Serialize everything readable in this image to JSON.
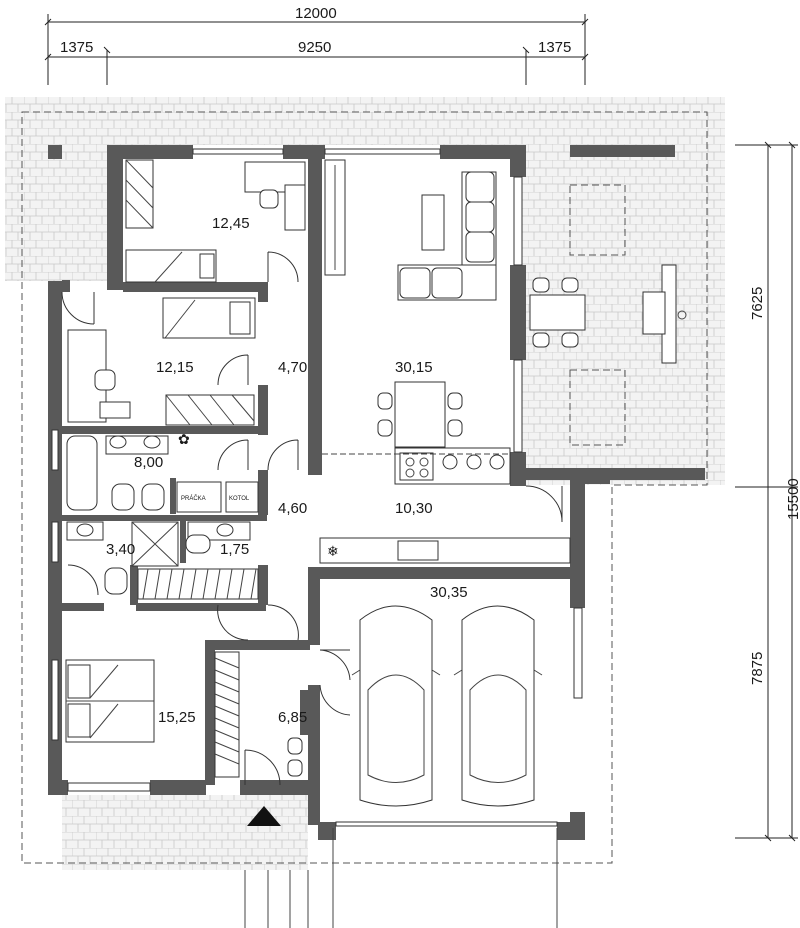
{
  "dimensions": {
    "top_total": "12000",
    "top_left": "1375",
    "top_mid": "9250",
    "top_right": "1375",
    "right_upper": "7625",
    "right_lower": "7875",
    "right_total": "15500"
  },
  "rooms": {
    "r1": "12,45",
    "r2": "12,15",
    "r3": "4,70",
    "r4": "30,15",
    "r5": "8,00",
    "r6": "4,60",
    "r7": "10,30",
    "r8": "3,40",
    "r9": "1,75",
    "r10": "30,35",
    "r11": "15,25",
    "r12": "6,85"
  },
  "appliances": {
    "washer": "PRÁČKA",
    "boiler": "KOTOL"
  },
  "colors": {
    "wall": "#595959",
    "paving": "#f2f2f2",
    "line": "#333333"
  },
  "icons": [
    "entrance-arrow-icon",
    "snowflake-icon",
    "plant-icon"
  ]
}
